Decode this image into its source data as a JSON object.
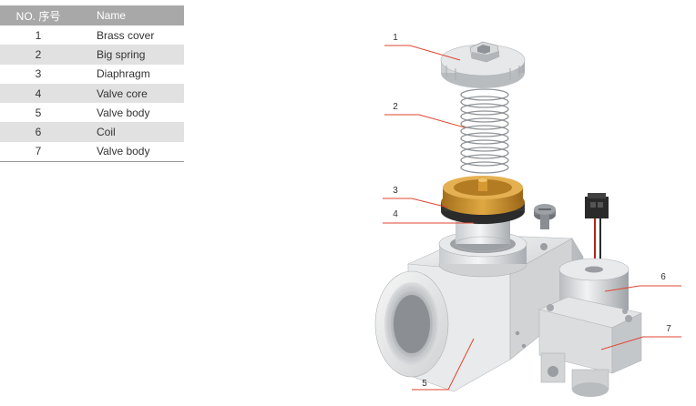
{
  "table": {
    "headers": {
      "no": "NO. 序号",
      "name": "Name"
    },
    "rows": [
      {
        "no": "1",
        "name": "Brass cover"
      },
      {
        "no": "2",
        "name": "Big spring"
      },
      {
        "no": "3",
        "name": "Diaphragm"
      },
      {
        "no": "4",
        "name": "Valve core"
      },
      {
        "no": "5",
        "name": "Valve body"
      },
      {
        "no": "6",
        "name": "Coil"
      },
      {
        "no": "7",
        "name": "Valve body"
      }
    ]
  },
  "callouts": [
    "1",
    "2",
    "3",
    "4",
    "5",
    "6",
    "7"
  ],
  "colors": {
    "leader": "#e2452f",
    "header": "#a8a8a8",
    "stripe": "#e1e1e1",
    "spring_ring": "#c8902a"
  }
}
